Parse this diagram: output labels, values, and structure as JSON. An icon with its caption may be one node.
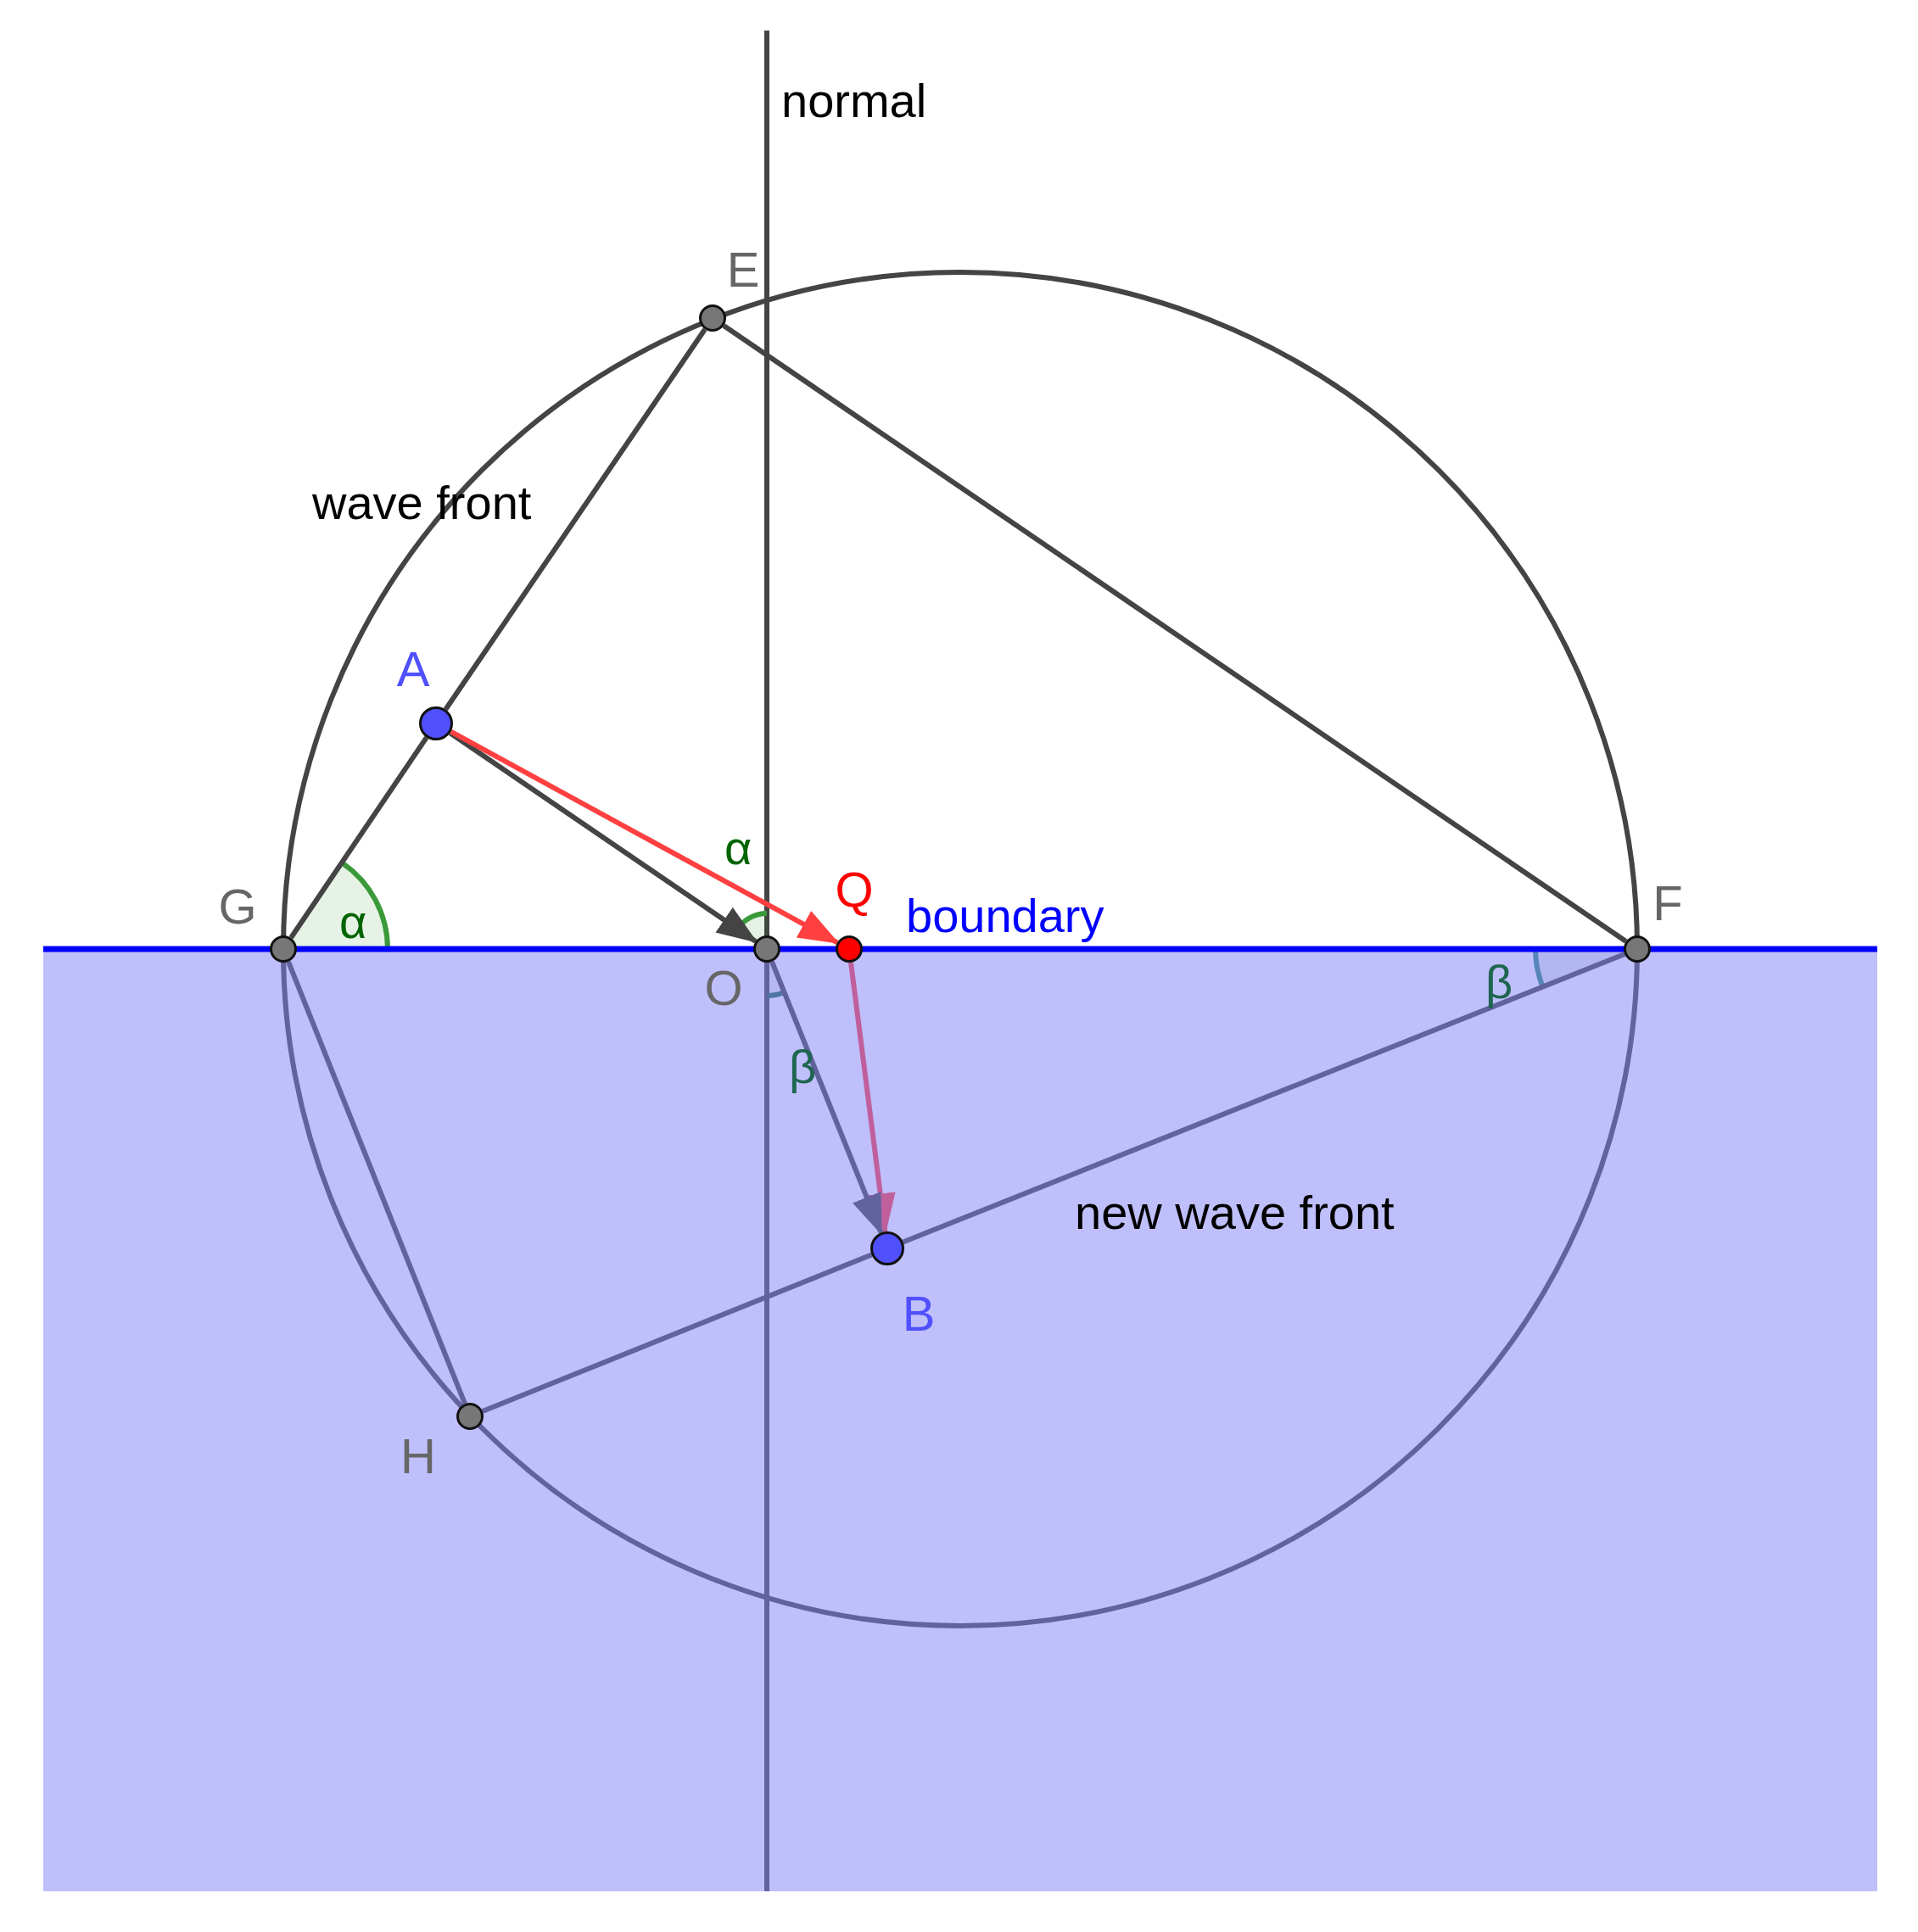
{
  "diagram": {
    "nodes": [
      {
        "text": [],
        "shape": "circle",
        "beside": [
          "E"
        ]
      },
      {
        "text": [],
        "shape": "circle",
        "beside": [
          "A"
        ]
      },
      {
        "text": [],
        "shape": "circle",
        "beside": [
          "G"
        ]
      },
      {
        "text": [],
        "shape": "circle",
        "beside": [
          "O"
        ]
      },
      {
        "text": [],
        "shape": "circle",
        "beside": [
          "Q"
        ]
      },
      {
        "text": [],
        "shape": "circle",
        "beside": [
          "F"
        ]
      },
      {
        "text": [],
        "shape": "circle",
        "beside": [
          "B"
        ]
      },
      {
        "text": [],
        "shape": "circle",
        "beside": [
          "H"
        ]
      }
    ],
    "edges": [
      {
        "from": 2,
        "to": 1,
        "arrow": "none"
      },
      {
        "from": 1,
        "to": 0,
        "arrow": "none"
      },
      {
        "from": 0,
        "to": 5,
        "arrow": "none"
      },
      {
        "from": 1,
        "to": 3,
        "arrow": "to"
      },
      {
        "from": 1,
        "to": 4,
        "arrow": "to",
        "color": "#ff4040"
      },
      {
        "from": 4,
        "to": 6,
        "arrow": "to",
        "color": "#ff4040"
      },
      {
        "from": 3,
        "to": 6,
        "arrow": "to"
      },
      {
        "from": 2,
        "to": 7,
        "arrow": "none"
      },
      {
        "from": 7,
        "to": 6,
        "arrow": "none"
      },
      {
        "from": 6,
        "to": 5,
        "arrow": "none"
      }
    ],
    "labels": [
      "normal",
      "wave front",
      "α",
      "α",
      "boundary",
      "β",
      "β",
      "new wave front"
    ]
  }
}
